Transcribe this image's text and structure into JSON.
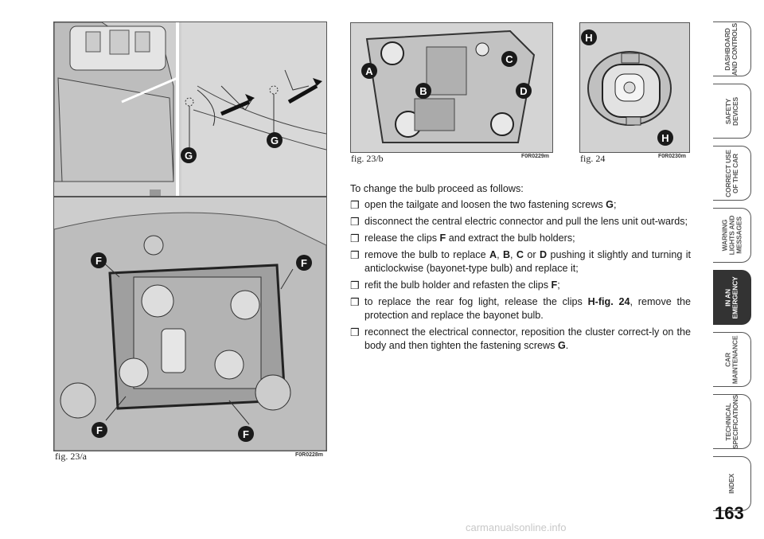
{
  "figures": {
    "fig23a": {
      "caption": "fig. 23/a",
      "code": "F0R0228m"
    },
    "fig23b": {
      "caption": "fig. 23/b",
      "code": "F0R0229m"
    },
    "fig24": {
      "caption": "fig. 24",
      "code": "F0R0230m"
    }
  },
  "labels": {
    "A": "A",
    "B": "B",
    "C": "C",
    "D": "D",
    "F": "F",
    "G": "G",
    "H": "H"
  },
  "text": {
    "intro": "To change the bulb proceed as follows:",
    "bullet": "❒",
    "steps": [
      {
        "pre": "open the tailgate and loosen the two fastening screws ",
        "b": "G",
        "post": ";"
      },
      {
        "pre": "disconnect the central electric connector and pull the lens unit out-wards;",
        "b": "",
        "post": ""
      },
      {
        "pre": "release the clips ",
        "b": "F",
        "post": " and extract the bulb holders;"
      },
      {
        "pre": "remove the bulb to replace ",
        "b": "A",
        "post": ", "
      },
      {
        "pre": "refit the bulb holder and refasten the clips ",
        "b": "F",
        "post": ";"
      },
      {
        "pre": "to replace the rear fog light, release the clips ",
        "b": "H-fig. 24",
        "post": ", remove the protection and replace the bayonet bulb."
      },
      {
        "pre": "reconnect the electrical connector, reposition the cluster correct-ly on the body and then tighten the fastening screws ",
        "b": "G",
        "post": "."
      }
    ],
    "step4": {
      "p1": "remove the bulb to replace ",
      "a": "A",
      "s1": ", ",
      "b": "B",
      "s2": ", ",
      "c": "C",
      "s3": " or ",
      "d": "D",
      "p2": "  pushing it slightly and turning it anticlockwise (bayonet-type bulb) and replace it;"
    }
  },
  "tabs": [
    {
      "label": "DASHBOARD\nAND CONTROLS",
      "active": false
    },
    {
      "label": "SAFETY\nDEVICES",
      "active": false
    },
    {
      "label": "CORRECT USE\nOF THE CAR",
      "active": false
    },
    {
      "label": "WARNING\nLIGHTS AND\nMESSAGES",
      "active": false
    },
    {
      "label": "IN AN\nEMERGENCY",
      "active": true
    },
    {
      "label": "CAR\nMAINTENANCE",
      "active": false
    },
    {
      "label": "TECHNICAL\nSPECIFICATIONS",
      "active": false
    },
    {
      "label": "INDEX",
      "active": false
    }
  ],
  "page_number": "163",
  "watermark": "carmanualsonline.info",
  "colors": {
    "tab_active": "#333333",
    "figure_bg": "#d6d6d6",
    "label_circle": "#1a1a1a"
  }
}
